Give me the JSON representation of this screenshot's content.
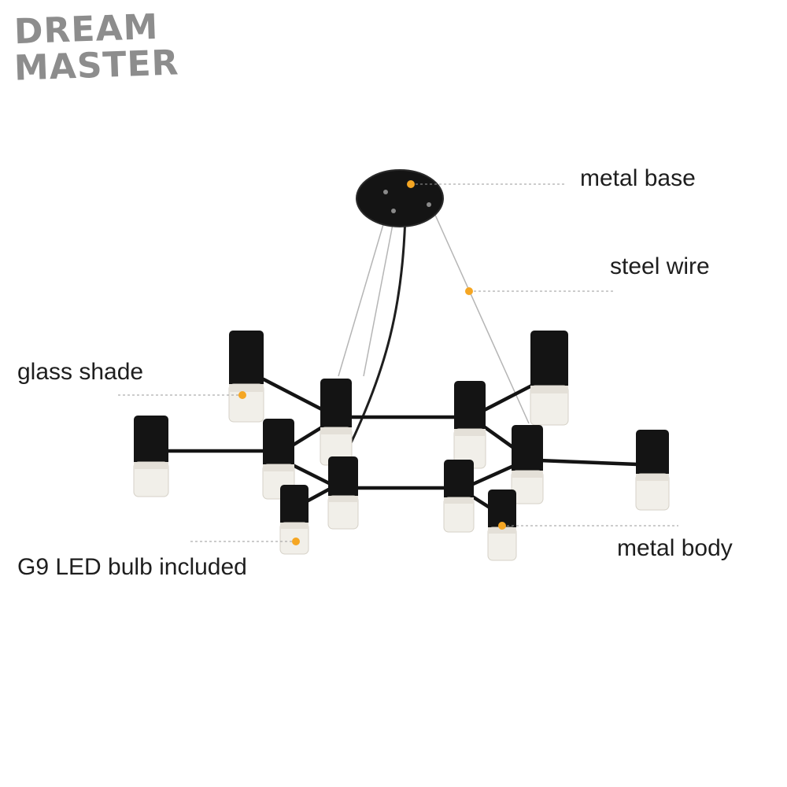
{
  "brand": {
    "logo_line_1": "DREAM",
    "logo_line_2": "MASTER"
  },
  "callouts": {
    "metal_base": "metal base",
    "steel_wire": "steel wire",
    "glass_shade": "glass shade",
    "g9_led_bulb": "G9 LED bulb included",
    "metal_body": "metal body"
  },
  "colors": {
    "marker": "#f5a623",
    "metal": "#141414",
    "glass": "#f1efe9",
    "leader_line": "#9a9a9a",
    "logo": "#8d8d8d"
  }
}
